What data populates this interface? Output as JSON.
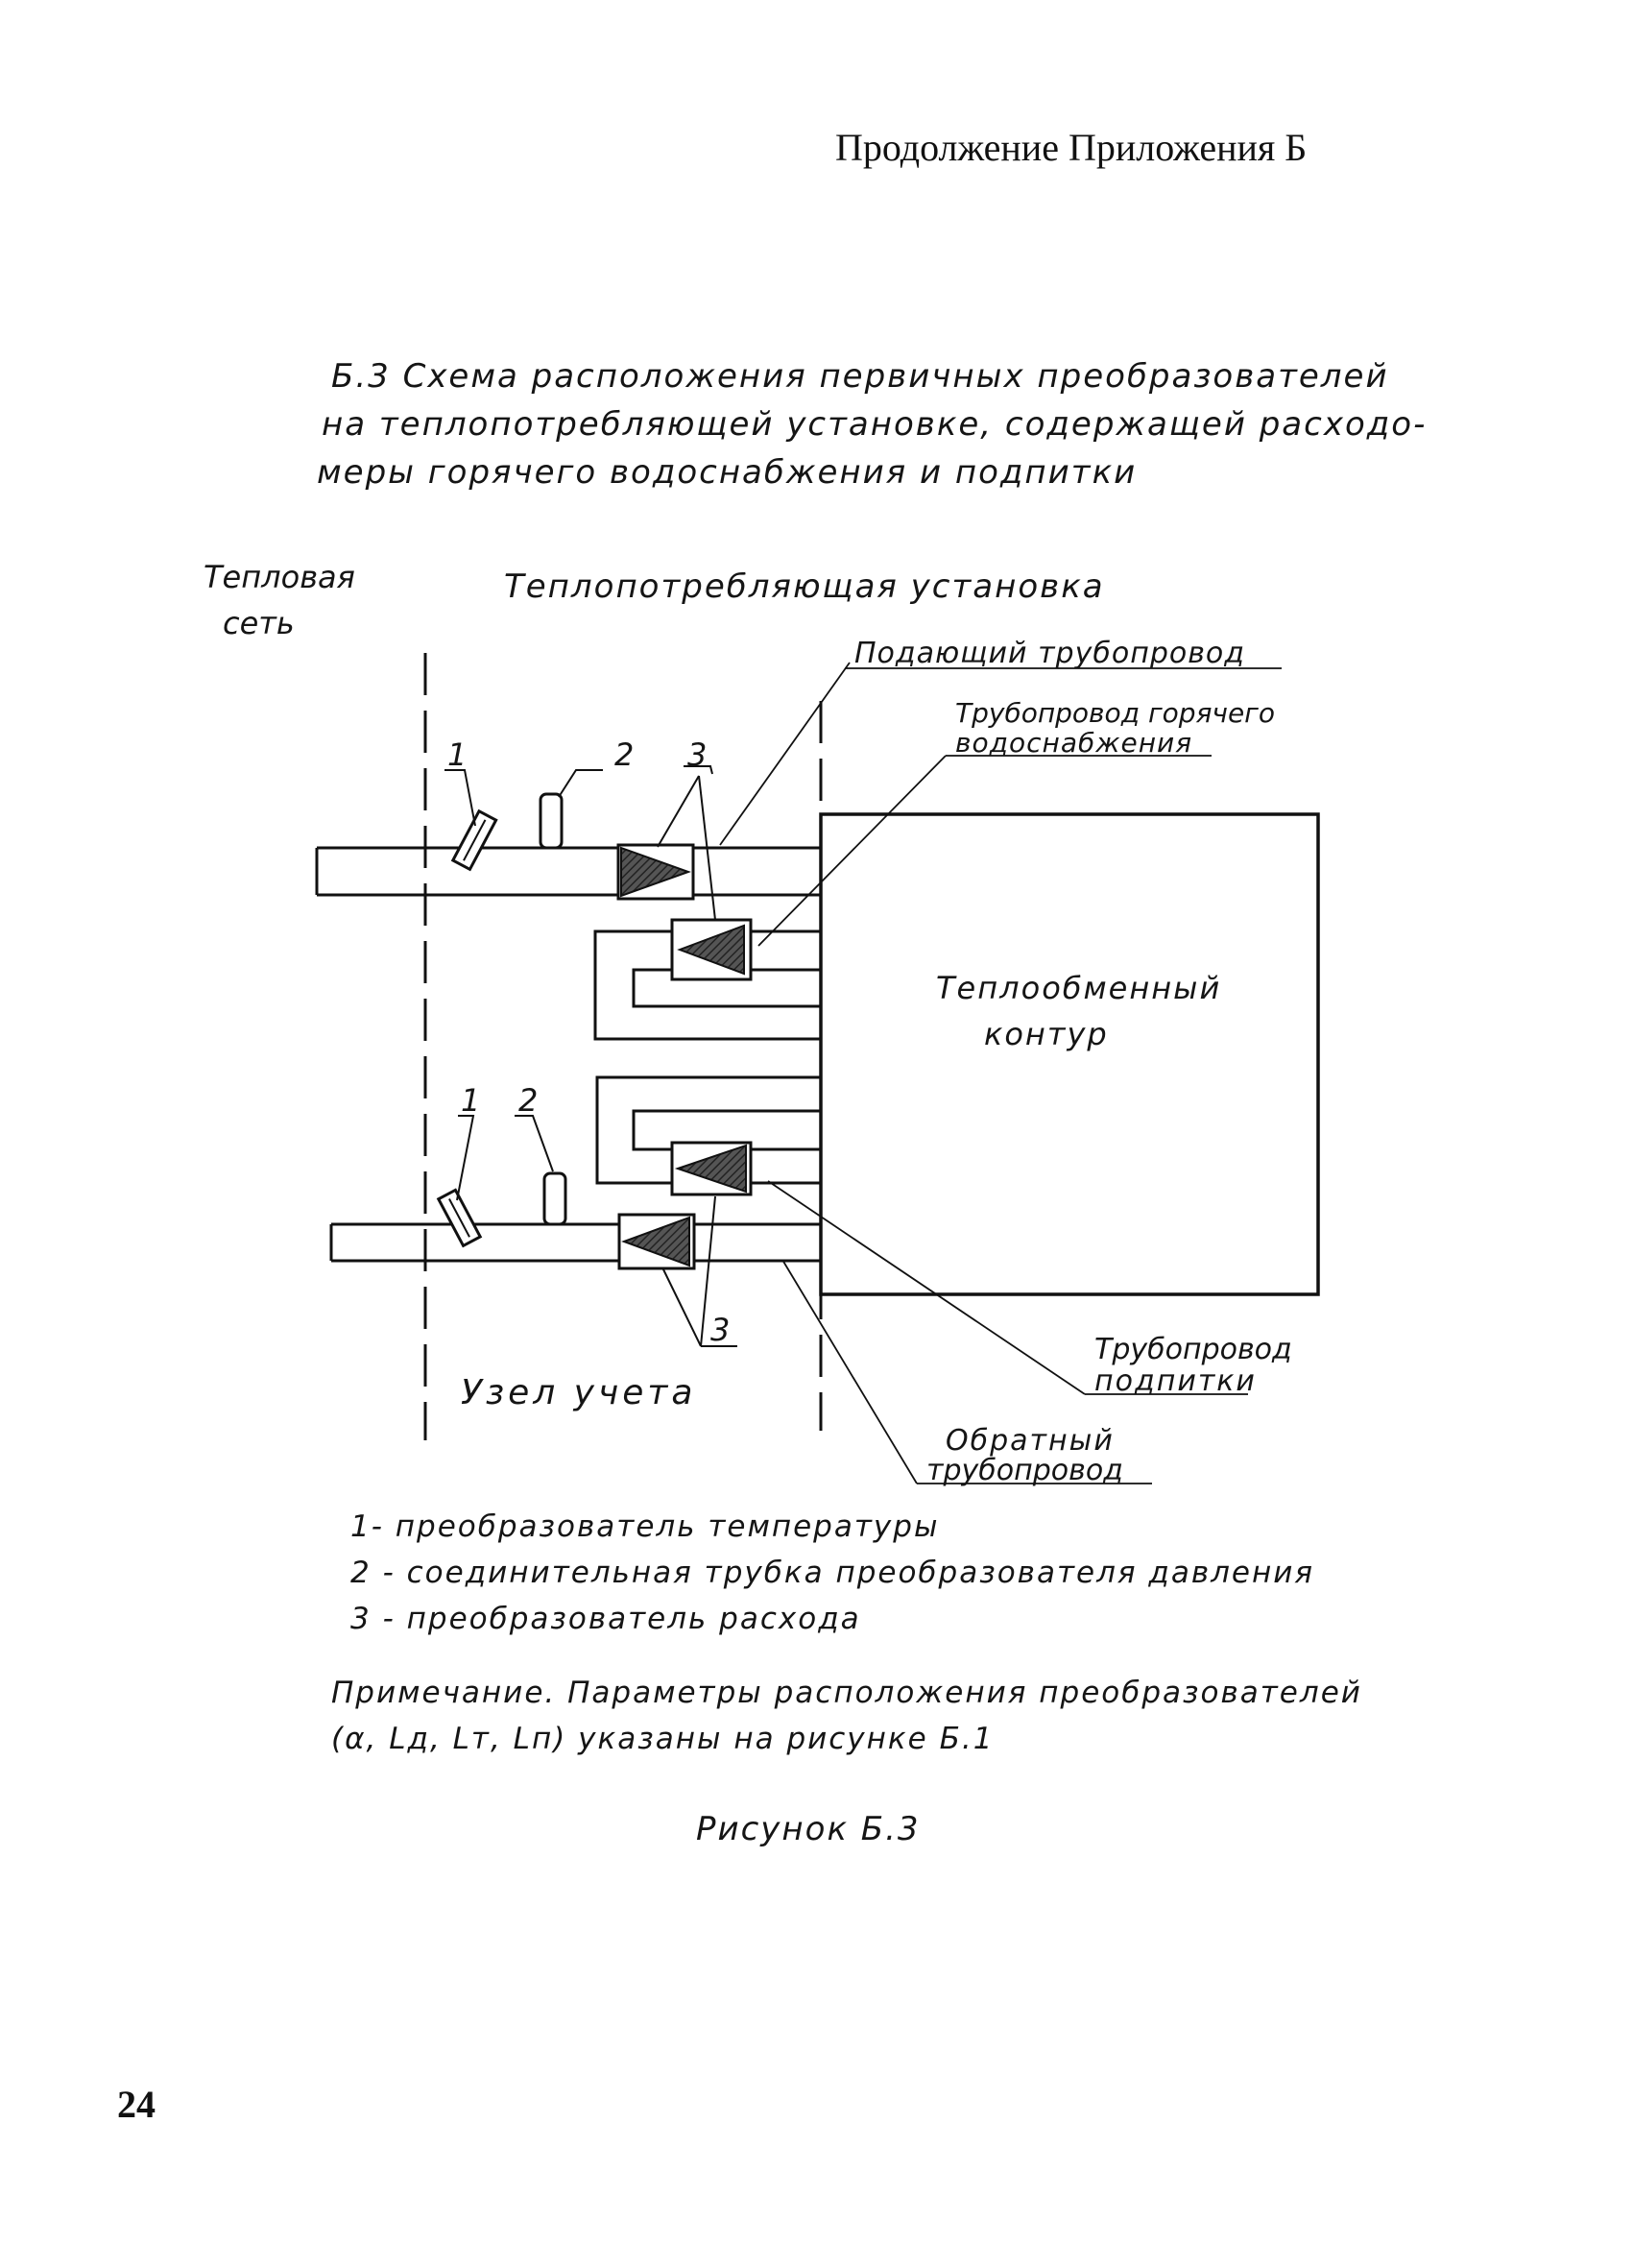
{
  "header": {
    "title": "Продолжение Приложения Б"
  },
  "caption": {
    "lines": [
      "Б.3 Схема расположения первичных преобразователей",
      "на теплопотребляющей установке, содержащей расходо-",
      "меры горячего водоснабжения и подпитки"
    ]
  },
  "diagram": {
    "zone_network": [
      "Тепловая",
      "сеть"
    ],
    "zone_installation": "Теплопотребляющая установка",
    "supply_pipe": "Подающий трубопровод",
    "hot_water_pipe": [
      "Трубопровод горячего",
      "водоснабжения"
    ],
    "heat_exchange": [
      "Теплообменный",
      "контур"
    ],
    "makeup_pipe": [
      "Трубопровод",
      "подпитки"
    ],
    "return_pipe": [
      "Обратный",
      "трубопровод"
    ],
    "metering_node": "Узел учета",
    "markers": {
      "temp": "1",
      "pressure": "2",
      "flow": "3"
    }
  },
  "legend": {
    "items": [
      "1- преобразователь температуры",
      "2 - соединительная трубка преобразователя давления",
      "3 - преобразователь расхода"
    ]
  },
  "note": {
    "lines": [
      "Примечание. Параметры расположения преобразователей",
      "(α, Lд, Lт, Lп) указаны на рисунке Б.1"
    ]
  },
  "figure": {
    "label": "Рисунок Б.3"
  },
  "page": {
    "number": "24"
  }
}
